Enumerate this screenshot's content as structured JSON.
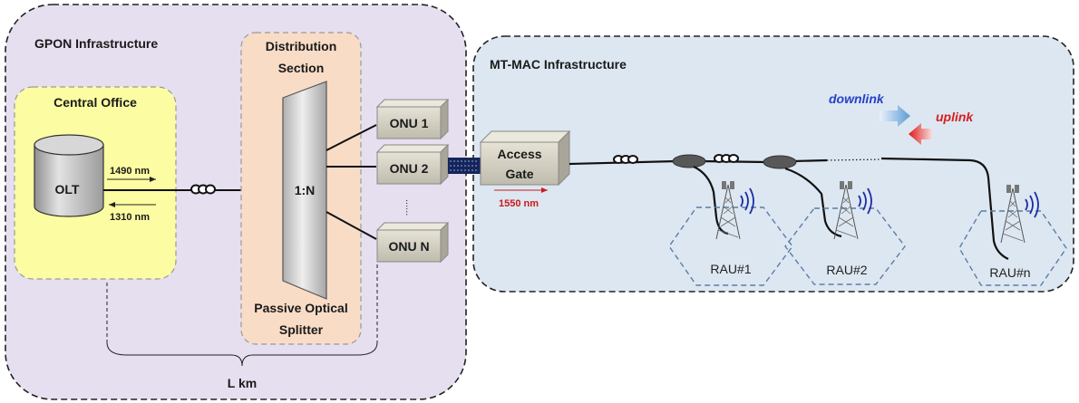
{
  "gpon": {
    "title": "GPON Infrastructure",
    "central_office": {
      "title": "Central Office",
      "olt_label": "OLT"
    },
    "wavelength_down": "1490 nm",
    "wavelength_up": "1310 nm",
    "distribution_title_line1": "Distribution",
    "distribution_title_line2": "Section",
    "splitter_ratio": "1:N",
    "splitter_label_line1": "Passive Optical",
    "splitter_label_line2": "Splitter",
    "onus": [
      "ONU 1",
      "ONU 2",
      "ONU N"
    ],
    "ellipsis": "......",
    "distance_label": "L km"
  },
  "mtmac": {
    "title": "MT-MAC Infrastructure",
    "access_gate_line1": "Access",
    "access_gate_line2": "Gate",
    "wavelength": "1550 nm",
    "downlink_label": "downlink",
    "uplink_label": "uplink",
    "raus": [
      "RAU#1",
      "RAU#2",
      "RAU#n"
    ]
  },
  "colors": {
    "gpon_bg": "#e6dff0",
    "mtmac_bg": "#dde7f1",
    "central_office_bg": "#fcfca2",
    "distribution_bg": "#f9dcc6",
    "onu_box": "#d3d0c2",
    "downlink": "#2540c8",
    "uplink": "#d42020",
    "wavelength_red": "#cc1a1a"
  }
}
